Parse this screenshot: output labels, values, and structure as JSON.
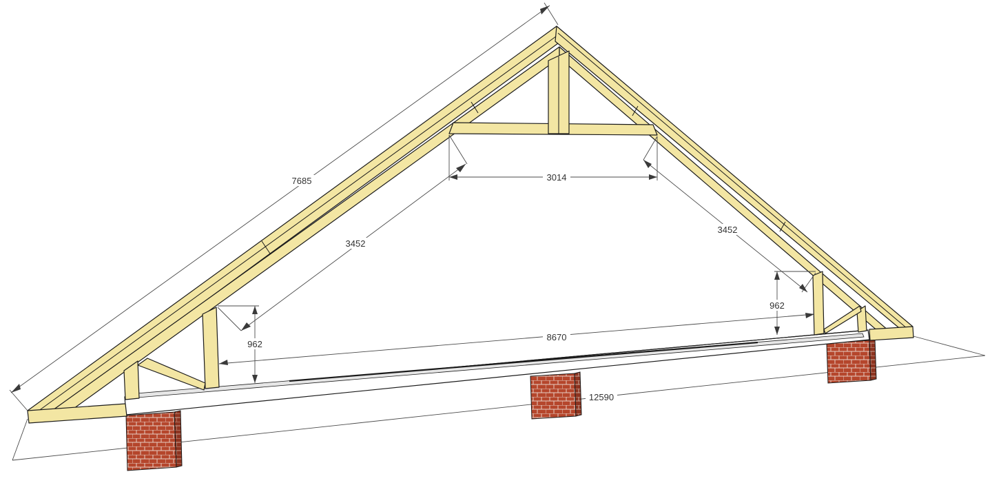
{
  "diagram": {
    "dimensions": {
      "rafter_length": "7685",
      "collar_tie_span": "3014",
      "left_strut_length": "3452",
      "right_strut_length": "3452",
      "left_knee_wall_height": "962",
      "right_knee_wall_height": "962",
      "inner_span": "8670",
      "overall_span": "12590"
    },
    "colors": {
      "timber": "#f3e6a3",
      "timber_shade": "#d9c47a",
      "brick": "#b5462c",
      "mortar": "#e6cfc4",
      "outline": "#1b1b1b",
      "dimension_line": "#4a4a4a"
    }
  }
}
